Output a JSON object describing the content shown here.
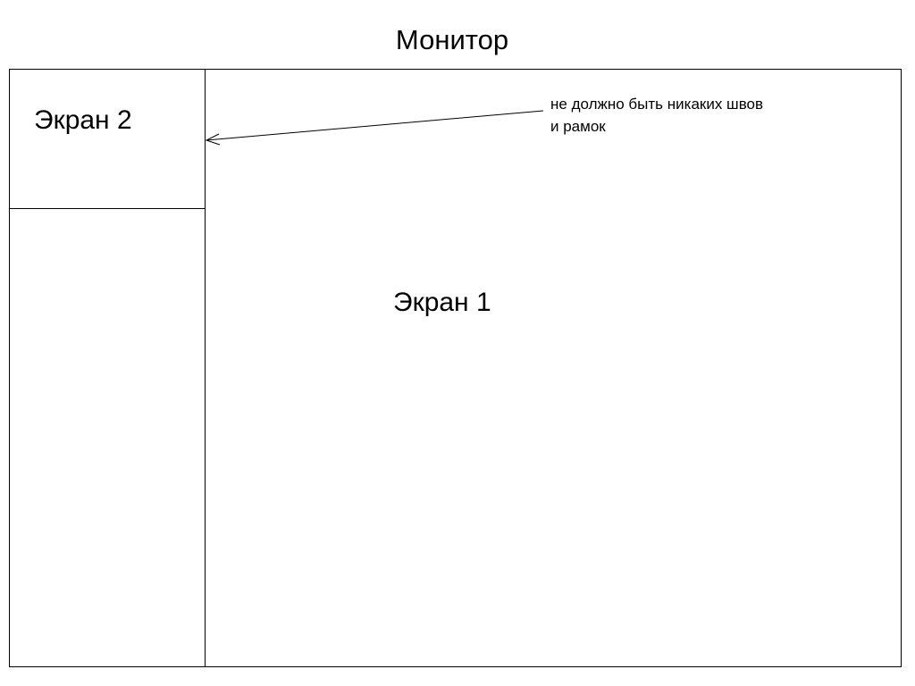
{
  "title": "Монитор",
  "screen2_label": "Экран 2",
  "screen1_label": "Экран 1",
  "annotation": {
    "line1": "не должно быть никаких швов",
    "line2": "и рамок"
  }
}
